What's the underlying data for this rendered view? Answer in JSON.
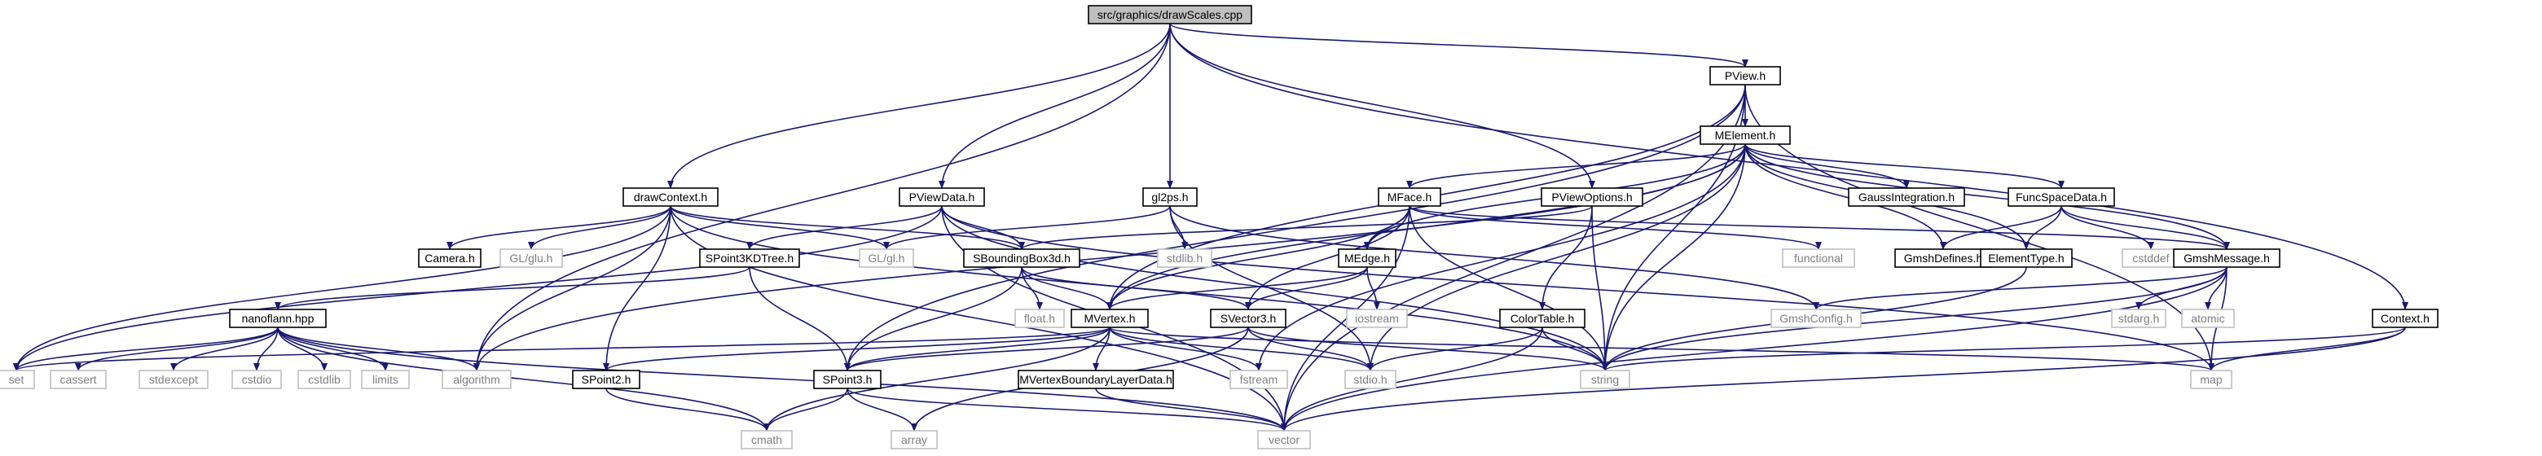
{
  "colors": {
    "background": "#ffffff",
    "edge": "#191970",
    "node_border": "#000000",
    "node_fill": "#ffffff",
    "root_fill": "#bfbfbf",
    "external_border": "#bfbfbf",
    "external_text": "#7f7f7f",
    "label": "#000000"
  },
  "nodes": [
    {
      "id": "drawScales",
      "label": "src/graphics/drawScales.cpp",
      "kind": "root"
    },
    {
      "id": "PView",
      "label": "PView.h",
      "kind": "file"
    },
    {
      "id": "MElement",
      "label": "MElement.h",
      "kind": "file"
    },
    {
      "id": "drawContext",
      "label": "drawContext.h",
      "kind": "file"
    },
    {
      "id": "PViewData",
      "label": "PViewData.h",
      "kind": "file"
    },
    {
      "id": "gl2ps",
      "label": "gl2ps.h",
      "kind": "file"
    },
    {
      "id": "PViewOptions",
      "label": "PViewOptions.h",
      "kind": "file"
    },
    {
      "id": "MFace",
      "label": "MFace.h",
      "kind": "file"
    },
    {
      "id": "GaussIntegration",
      "label": "GaussIntegration.h",
      "kind": "file"
    },
    {
      "id": "FuncSpaceData",
      "label": "FuncSpaceData.h",
      "kind": "file"
    },
    {
      "id": "Camera",
      "label": "Camera.h",
      "kind": "file"
    },
    {
      "id": "GLglu",
      "label": "GL/glu.h",
      "kind": "external"
    },
    {
      "id": "SPoint3KDTree",
      "label": "SPoint3KDTree.h",
      "kind": "file"
    },
    {
      "id": "SBoundingBox3d",
      "label": "SBoundingBox3d.h",
      "kind": "file"
    },
    {
      "id": "GLgl",
      "label": "GL/gl.h",
      "kind": "external"
    },
    {
      "id": "stdlib",
      "label": "stdlib.h",
      "kind": "external"
    },
    {
      "id": "MEdge",
      "label": "MEdge.h",
      "kind": "file"
    },
    {
      "id": "functional",
      "label": "functional",
      "kind": "external"
    },
    {
      "id": "GmshDefines",
      "label": "GmshDefines.h",
      "kind": "file"
    },
    {
      "id": "ElementType",
      "label": "ElementType.h",
      "kind": "file"
    },
    {
      "id": "cstddef",
      "label": "cstddef",
      "kind": "external"
    },
    {
      "id": "GmshMessage",
      "label": "GmshMessage.h",
      "kind": "file"
    },
    {
      "id": "nanoflann",
      "label": "nanoflann.hpp",
      "kind": "file"
    },
    {
      "id": "floath",
      "label": "float.h",
      "kind": "external"
    },
    {
      "id": "iostream",
      "label": "iostream",
      "kind": "external"
    },
    {
      "id": "GmshConfig",
      "label": "GmshConfig.h",
      "kind": "external"
    },
    {
      "id": "stdargh",
      "label": "stdarg.h",
      "kind": "external"
    },
    {
      "id": "atomic",
      "label": "atomic",
      "kind": "external"
    },
    {
      "id": "MVertex",
      "label": "MVertex.h",
      "kind": "file"
    },
    {
      "id": "SVector3",
      "label": "SVector3.h",
      "kind": "file"
    },
    {
      "id": "ColorTable",
      "label": "ColorTable.h",
      "kind": "file"
    },
    {
      "id": "Context",
      "label": "Context.h",
      "kind": "file"
    },
    {
      "id": "set",
      "label": "set",
      "kind": "external"
    },
    {
      "id": "cassert",
      "label": "cassert",
      "kind": "external"
    },
    {
      "id": "stdexcept",
      "label": "stdexcept",
      "kind": "external"
    },
    {
      "id": "cstdio",
      "label": "cstdio",
      "kind": "external"
    },
    {
      "id": "cstdlib",
      "label": "cstdlib",
      "kind": "external"
    },
    {
      "id": "limits",
      "label": "limits",
      "kind": "external"
    },
    {
      "id": "algorithm",
      "label": "algorithm",
      "kind": "external"
    },
    {
      "id": "SPoint2",
      "label": "SPoint2.h",
      "kind": "file"
    },
    {
      "id": "SPoint3",
      "label": "SPoint3.h",
      "kind": "file"
    },
    {
      "id": "MVertexBoundaryLayerData",
      "label": "MVertexBoundaryLayerData.h",
      "kind": "file"
    },
    {
      "id": "fstream",
      "label": "fstream",
      "kind": "external"
    },
    {
      "id": "stdioh",
      "label": "stdio.h",
      "kind": "external"
    },
    {
      "id": "string",
      "label": "string",
      "kind": "external"
    },
    {
      "id": "map",
      "label": "map",
      "kind": "external"
    },
    {
      "id": "cmath",
      "label": "cmath",
      "kind": "external"
    },
    {
      "id": "array",
      "label": "array",
      "kind": "external"
    },
    {
      "id": "vector",
      "label": "vector",
      "kind": "external"
    }
  ],
  "edges": [
    [
      "drawScales",
      "PView"
    ],
    [
      "drawScales",
      "drawContext"
    ],
    [
      "drawScales",
      "PViewData"
    ],
    [
      "drawScales",
      "gl2ps"
    ],
    [
      "drawScales",
      "PViewOptions"
    ],
    [
      "drawScales",
      "algorithm"
    ],
    [
      "drawScales",
      "Context"
    ],
    [
      "PView",
      "MElement"
    ],
    [
      "PView",
      "SPoint3"
    ],
    [
      "PView",
      "MVertex"
    ],
    [
      "PView",
      "string"
    ],
    [
      "PView",
      "map"
    ],
    [
      "PView",
      "vector"
    ],
    [
      "MElement",
      "MFace"
    ],
    [
      "MElement",
      "GaussIntegration"
    ],
    [
      "MElement",
      "FuncSpaceData"
    ],
    [
      "MElement",
      "MEdge"
    ],
    [
      "MElement",
      "MVertex"
    ],
    [
      "MElement",
      "GmshDefines"
    ],
    [
      "MElement",
      "ElementType"
    ],
    [
      "MElement",
      "GmshMessage"
    ],
    [
      "MElement",
      "algorithm"
    ],
    [
      "MElement",
      "string"
    ],
    [
      "MElement",
      "stdioh"
    ],
    [
      "MElement",
      "fstream"
    ],
    [
      "drawContext",
      "Camera"
    ],
    [
      "drawContext",
      "GLglu"
    ],
    [
      "drawContext",
      "SBoundingBox3d"
    ],
    [
      "drawContext",
      "GLgl"
    ],
    [
      "drawContext",
      "SPoint2"
    ],
    [
      "drawContext",
      "set"
    ],
    [
      "drawContext",
      "string"
    ],
    [
      "drawContext",
      "vector"
    ],
    [
      "drawContext",
      "algorithm"
    ],
    [
      "PViewData",
      "SPoint3KDTree"
    ],
    [
      "PViewData",
      "SBoundingBox3d"
    ],
    [
      "PViewData",
      "vector"
    ],
    [
      "PViewData",
      "map"
    ],
    [
      "PViewData",
      "set"
    ],
    [
      "PViewData",
      "string"
    ],
    [
      "gl2ps",
      "GLgl"
    ],
    [
      "gl2ps",
      "stdlib"
    ],
    [
      "gl2ps",
      "stdioh"
    ],
    [
      "gl2ps",
      "GmshConfig"
    ],
    [
      "PViewOptions",
      "SBoundingBox3d"
    ],
    [
      "PViewOptions",
      "ColorTable"
    ],
    [
      "PViewOptions",
      "string"
    ],
    [
      "MFace",
      "MVertex"
    ],
    [
      "MFace",
      "SVector3"
    ],
    [
      "MFace",
      "MEdge"
    ],
    [
      "MFace",
      "functional"
    ],
    [
      "MFace",
      "GmshMessage"
    ],
    [
      "MFace",
      "vector"
    ],
    [
      "MFace",
      "string"
    ],
    [
      "FuncSpaceData",
      "GmshDefines"
    ],
    [
      "FuncSpaceData",
      "ElementType"
    ],
    [
      "FuncSpaceData",
      "cstddef"
    ],
    [
      "FuncSpaceData",
      "GmshMessage"
    ],
    [
      "SPoint3KDTree",
      "nanoflann"
    ],
    [
      "SPoint3KDTree",
      "SPoint3"
    ],
    [
      "SBoundingBox3d",
      "floath"
    ],
    [
      "SBoundingBox3d",
      "MVertex"
    ],
    [
      "SBoundingBox3d",
      "SVector3"
    ],
    [
      "SBoundingBox3d",
      "SPoint3"
    ],
    [
      "MEdge",
      "MVertex"
    ],
    [
      "MEdge",
      "SVector3"
    ],
    [
      "MEdge",
      "iostream"
    ],
    [
      "ElementType",
      "string"
    ],
    [
      "GmshMessage",
      "GmshConfig"
    ],
    [
      "GmshMessage",
      "stdargh"
    ],
    [
      "GmshMessage",
      "atomic"
    ],
    [
      "GmshMessage",
      "string"
    ],
    [
      "GmshMessage",
      "map"
    ],
    [
      "GmshMessage",
      "vector"
    ],
    [
      "nanoflann",
      "set"
    ],
    [
      "nanoflann",
      "cassert"
    ],
    [
      "nanoflann",
      "stdexcept"
    ],
    [
      "nanoflann",
      "cstdio"
    ],
    [
      "nanoflann",
      "cstdlib"
    ],
    [
      "nanoflann",
      "limits"
    ],
    [
      "nanoflann",
      "algorithm"
    ],
    [
      "nanoflann",
      "cmath"
    ],
    [
      "nanoflann",
      "vector"
    ],
    [
      "MVertex",
      "set"
    ],
    [
      "MVertex",
      "SPoint2"
    ],
    [
      "MVertex",
      "SPoint3"
    ],
    [
      "MVertex",
      "MVertexBoundaryLayerData"
    ],
    [
      "MVertex",
      "fstream"
    ],
    [
      "MVertex",
      "stdioh"
    ],
    [
      "MVertex",
      "map"
    ],
    [
      "MVertex",
      "cmath"
    ],
    [
      "SVector3",
      "SPoint3"
    ],
    [
      "SVector3",
      "string"
    ],
    [
      "SVector3",
      "stdioh"
    ],
    [
      "SVector3",
      "array"
    ],
    [
      "ColorTable",
      "string"
    ],
    [
      "ColorTable",
      "stdioh"
    ],
    [
      "ColorTable",
      "vector"
    ],
    [
      "Context",
      "string"
    ],
    [
      "Context",
      "map"
    ],
    [
      "Context",
      "vector"
    ],
    [
      "SPoint2",
      "cmath"
    ],
    [
      "SPoint3",
      "cmath"
    ],
    [
      "SPoint3",
      "array"
    ],
    [
      "SPoint3",
      "vector"
    ],
    [
      "MVertexBoundaryLayerData",
      "vector"
    ]
  ]
}
